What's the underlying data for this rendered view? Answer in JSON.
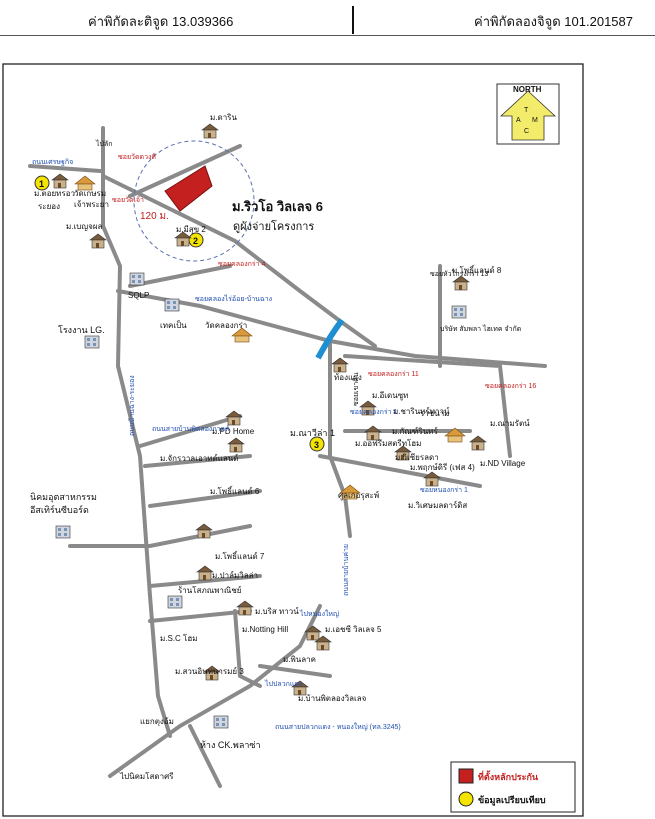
{
  "header": {
    "lat_label": "ค่าพิกัดละติจูด 13.039366",
    "lon_label": "ค่าพิกัดลองจิจูด 101.201587"
  },
  "north": {
    "title": "NORTH",
    "letters": [
      "T",
      "A",
      "M",
      "C"
    ]
  },
  "project": {
    "name": "ม.ริวโอ วิลเลจ 6",
    "subtitle": "ดูผังจ่ายโครงการ",
    "distance": "120 ม."
  },
  "markers": [
    "1",
    "2",
    "3"
  ],
  "places": {
    "darin": "ม.ดาริน",
    "mee_suk": "ม.มีสุข 2",
    "benjaphon": "ม.เบญจผล",
    "kratanakorn": "ม.ตอยทรอว",
    "rayong": "ระยอง",
    "wat": "วัดเกษรม",
    "chao_praya": "เจ้าพระยา",
    "sqlp": "SQLP",
    "tesco": "เทคเป็น",
    "wat_klong": "วัดคลองกร่า",
    "lg": "โรงงาน LG.",
    "poshi8": "ม.โพธิ์แลนด์ 8",
    "company": "บริษัท สัมพลา ไฮเทค จำกัด",
    "pd_home": "ม.PD Home",
    "charoen": "ม.จักรวาลเอาทด์แลนด์",
    "poshi6": "ม.โพธิ์แลนด์ 6",
    "industrial": "นิคมอุตสาหกรรม",
    "amata": "อีสเทิร์นซีบอร์ด",
    "poshi7": "ม.โพธิ์แลนด์ 7",
    "pattana": "ม.ปาล์มวิลล่า",
    "yoowon": "ร้านโสภณพาณิชย์",
    "brit": "ม.บริส ทาวน์",
    "notting": "ม.Notting Hill",
    "ch5": "ม.เอชซี วิลเลจ 5",
    "sc_home": "ม.S.C โฮม",
    "pinklao": "ม.พินลาค",
    "kasem3": "ม.สวนอินทนารมย์ 3",
    "wayu": "ม.บ้านพิตลองวิลเลจ",
    "raya": "ม.ณาวีล่า 1",
    "eden": "ม.อีเดนซูท",
    "sirin": "ม.ชารินทร์ทาวน์",
    "aoie": "ม.ออฟรีมสตรีทโฮม",
    "kratin": "ม.กัณฑ์รินทร์",
    "wiset": "ม.วิเชียรลดา",
    "phasuk": "ม.พฤกษ์ดิรี (เฟส 4)",
    "nd": "ม.ND Village",
    "kook": "ศูลเกอรุสะพ์",
    "wit": "ม.วิเศษมลดาร์ดิส",
    "tup": "ท้องแผง",
    "nong": "ท้องแผง",
    "wagner": "ราชนาม",
    "mansuk": "ม.ณามรัตน์",
    "ck": "ห้าง CK.พลาซ่า",
    "ryo": "แยกตุงอ้ม",
    "hanan": "ไปนิคมโสดาศรี"
  },
  "roads": {
    "r1": "ถนนเศรษฐกิจ",
    "r2": "ซอยวัดเจ้า",
    "r3": "ซอยวัดดวงดี",
    "r4": "ซอยคลองกร่า 4",
    "r5": "ซอยคลองไร่อ้อย-บ้านฉาง",
    "r6": "ถนนบ้านฉาง-ระยอง",
    "r7": "ถนนสายบ้านพิตลองกาดส์",
    "r8": "ซอยคลองกร่า 11",
    "r9": "ซอยคลองกร่า 16",
    "r10": "ซอยหนองกร่า 1",
    "r11": "ซอยเขาดิน",
    "r12": "ซอยคลองกร่า 1",
    "r13": "ถนนสายปลวกแดง - หนองใหญ่ (ทล.3245)",
    "r14": "ถนนสายบ้านค่าย",
    "r15": "ไปหนองใหญ่",
    "r16": "ไปปลวกแดง",
    "r17": "ซอยหัวโกรงกร่า 13",
    "r18": "ไป่ลัก"
  },
  "legend": {
    "project": "ที่ตั้งหลักประกัน",
    "compare": "ข้อมูลเปรียบเทียบ",
    "colors": {
      "project": "#c42020",
      "compare": "#f5e400"
    }
  }
}
